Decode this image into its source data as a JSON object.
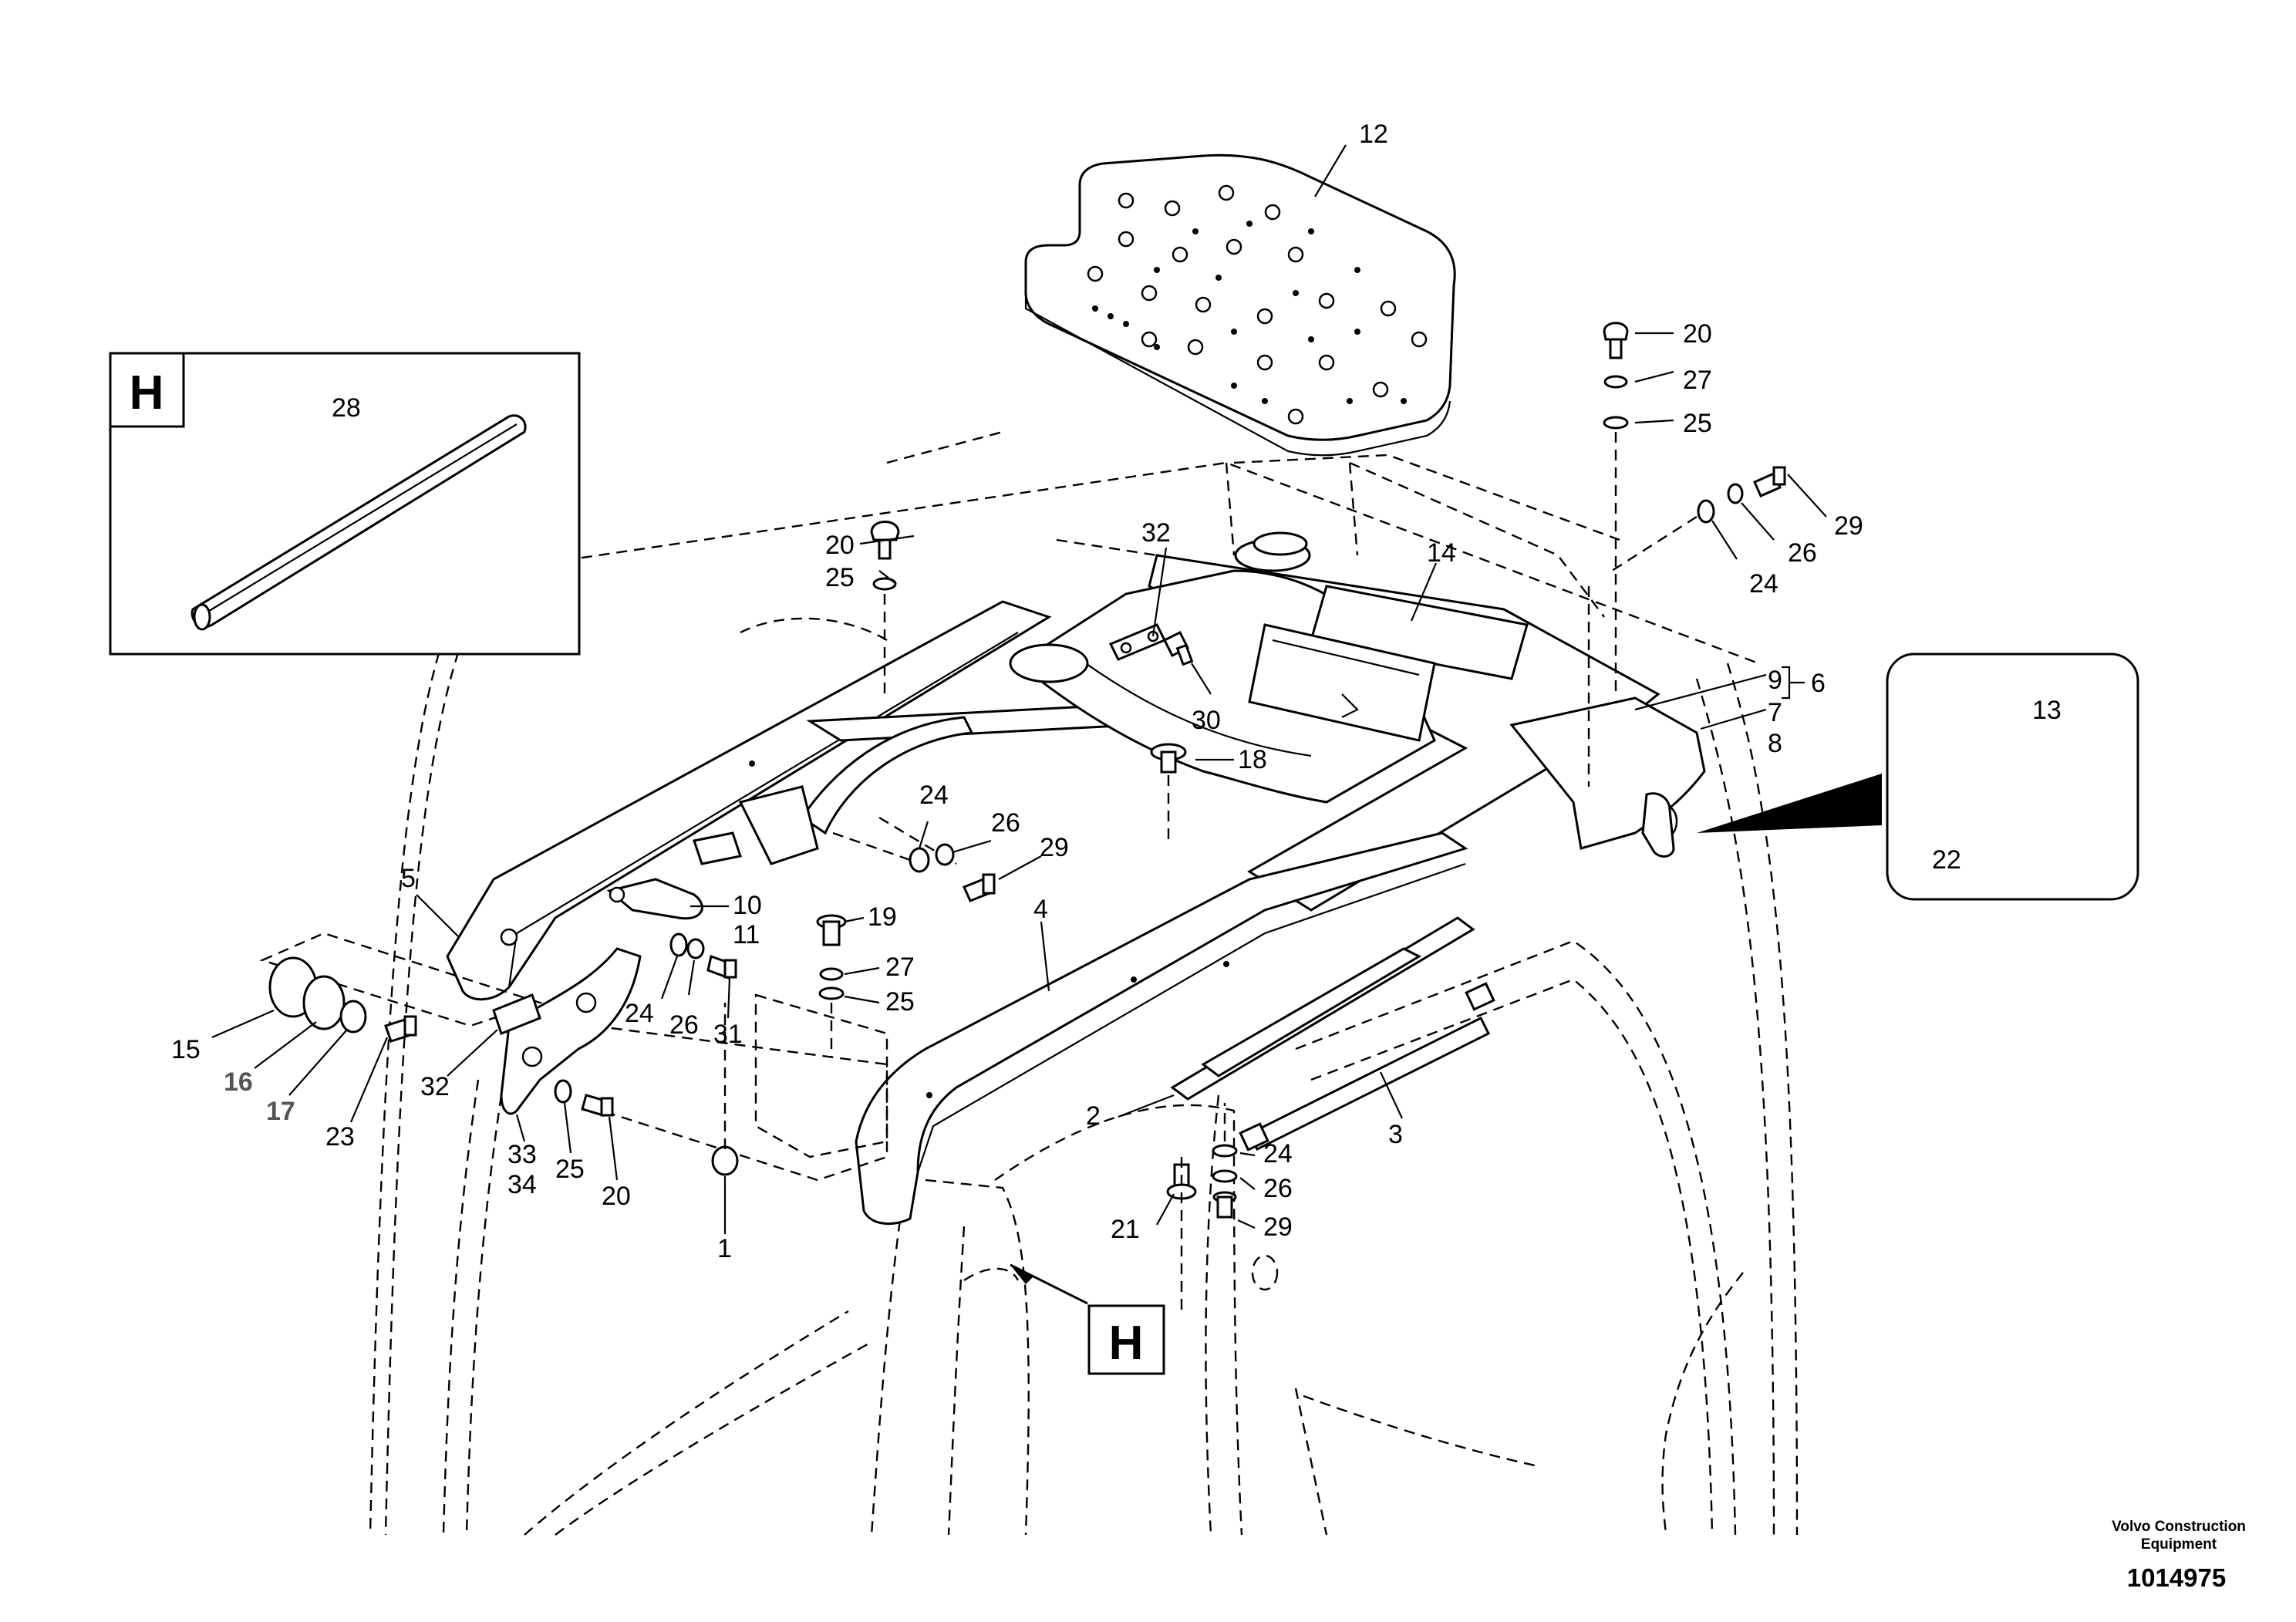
{
  "footer": {
    "brand_line1": "Volvo Construction",
    "brand_line2": "Equipment",
    "drawing_number": "1014975"
  },
  "view_marks": {
    "inset_view": "H",
    "callout_view": "H"
  },
  "callouts": {
    "c12": "12",
    "c28": "28",
    "c20a": "20",
    "c27a": "27",
    "c25a": "25",
    "c29a": "29",
    "c26a": "26",
    "c24a": "24",
    "c20b": "20",
    "c25b": "25",
    "c32a": "32",
    "c14": "14",
    "c30": "30",
    "c9": "9",
    "c7": "7",
    "c8": "8",
    "c6": "6",
    "c13": "13",
    "c22": "22",
    "c18": "18",
    "c24b": "24",
    "c26b": "26",
    "c29b": "29",
    "c5": "5",
    "c10": "10",
    "c11": "11",
    "c19": "19",
    "c27b": "27",
    "c25c": "25",
    "c4": "4",
    "c15": "15",
    "c16": "16",
    "c17": "17",
    "c23": "23",
    "c32b": "32",
    "c24c": "24",
    "c26c": "26",
    "c31": "31",
    "c33": "33",
    "c34": "34",
    "c25d": "25",
    "c20c": "20",
    "c1": "1",
    "c2": "2",
    "c3": "3",
    "c24d": "24",
    "c26d": "26",
    "c21": "21",
    "c29c": "29"
  }
}
